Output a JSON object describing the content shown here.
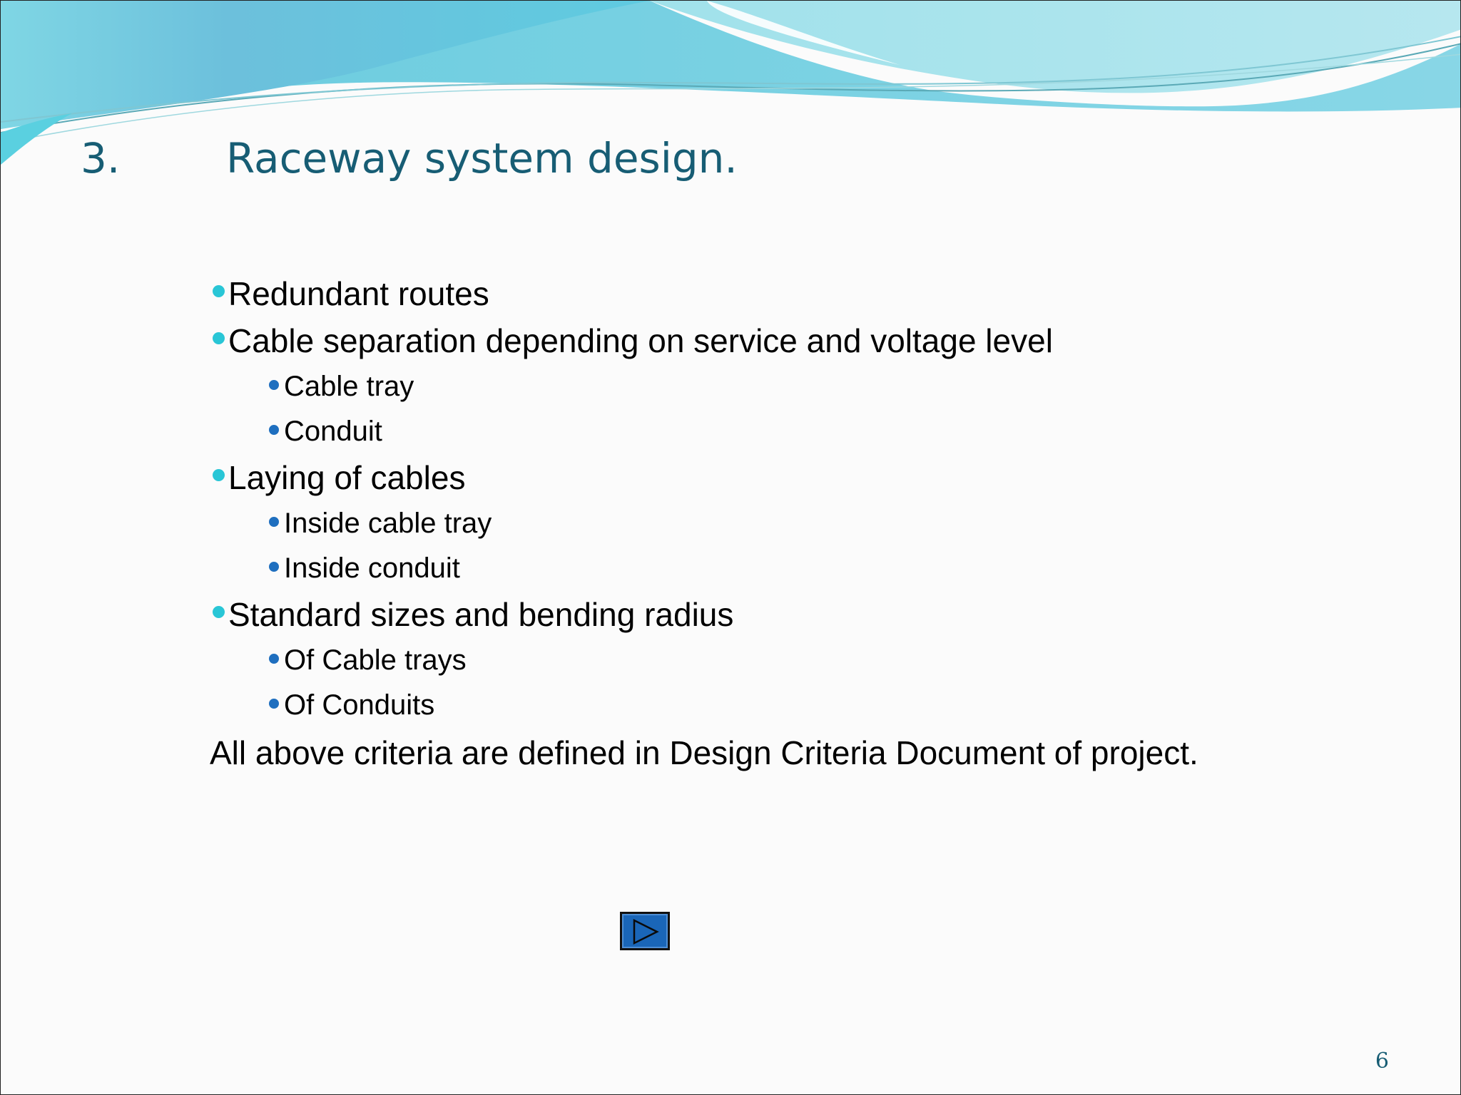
{
  "slide": {
    "title_number": "3.",
    "title": "Raceway system design.",
    "page_number": "6"
  },
  "bullets": [
    {
      "level": 1,
      "text": "Redundant routes"
    },
    {
      "level": 1,
      "text": "Cable separation depending on service and voltage level"
    },
    {
      "level": 2,
      "text": "Cable tray"
    },
    {
      "level": 2,
      "text": "Conduit"
    },
    {
      "level": 1,
      "text": "Laying of cables"
    },
    {
      "level": 2,
      "text": "Inside cable tray"
    },
    {
      "level": 2,
      "text": "Inside conduit"
    },
    {
      "level": 1,
      "text": "Standard sizes and bending radius"
    },
    {
      "level": 2,
      "text": "Of Cable trays"
    },
    {
      "level": 2,
      "text": "Of Conduits"
    }
  ],
  "footer_note": "All above criteria are defined in Design Criteria Document of project.",
  "nav": {
    "next_icon": "play-triangle-icon"
  },
  "colors": {
    "title": "#175d74",
    "bullet_level1": "#29c6d6",
    "bullet_level2": "#1f6fbf",
    "nav_button": "#1a66b8"
  }
}
